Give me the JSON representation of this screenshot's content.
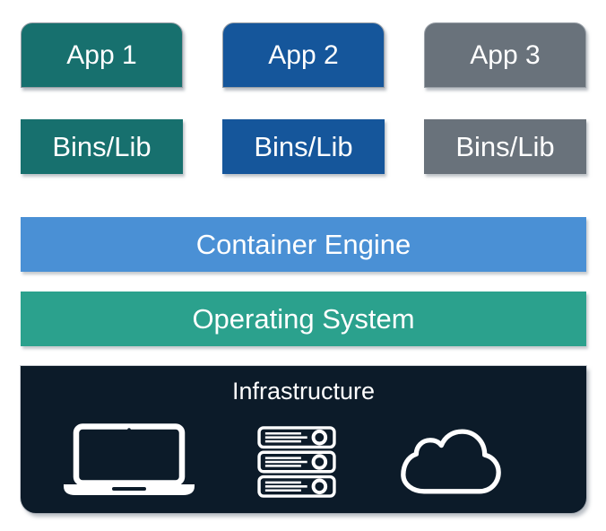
{
  "apps": [
    {
      "label": "App 1",
      "color": "#17706E"
    },
    {
      "label": "App 2",
      "color": "#15569B"
    },
    {
      "label": "App 3",
      "color": "#69727B"
    }
  ],
  "bins": [
    {
      "label": "Bins/Lib",
      "color": "#17706E"
    },
    {
      "label": "Bins/Lib",
      "color": "#15569B"
    },
    {
      "label": "Bins/Lib",
      "color": "#69727B"
    }
  ],
  "layers": {
    "container_engine": {
      "label": "Container Engine",
      "color": "#4A90D5"
    },
    "operating_system": {
      "label": "Operating System",
      "color": "#2BA18D"
    }
  },
  "infrastructure": {
    "label": "Infrastructure",
    "color": "#0C1B29",
    "icons": [
      {
        "name": "laptop-icon"
      },
      {
        "name": "server-rack-icon"
      },
      {
        "name": "cloud-icon"
      }
    ]
  },
  "text_color": "#FFFFFF",
  "icon_color": "#FFFFFF",
  "background_color": "#FFFFFF"
}
